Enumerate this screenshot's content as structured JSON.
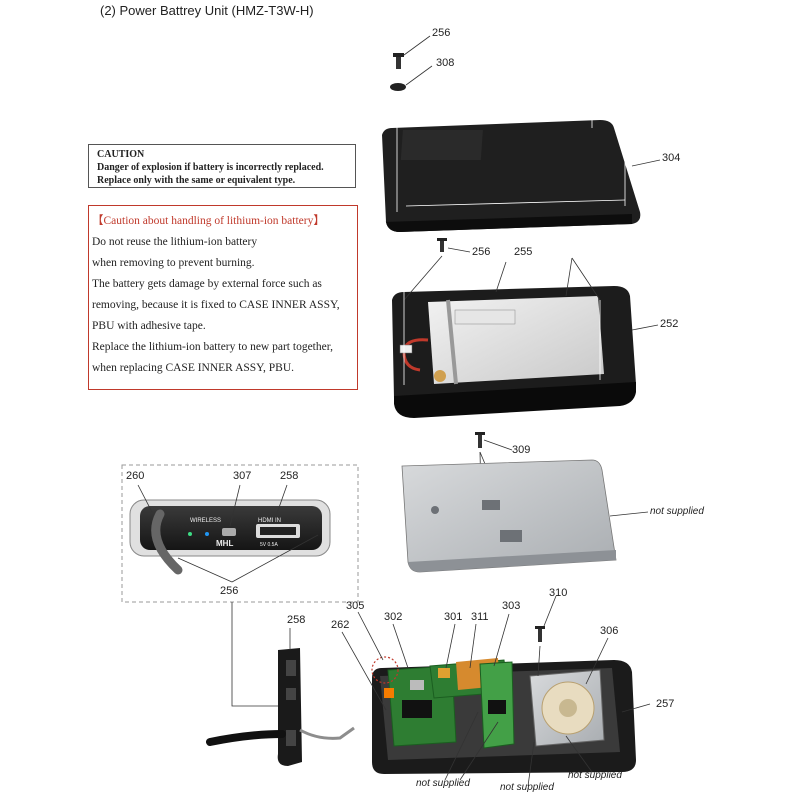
{
  "title": "(2) Power Battrey Unit (HMZ-T3W-H)",
  "caution": {
    "heading": "CAUTION",
    "line1": "Danger of explosion if battery is incorrectly replaced.",
    "line2": "Replace only with the same or equivalent type."
  },
  "lithium_note": {
    "title": "【Caution about handling of lithium-ion battery】",
    "lines": [
      "Do not reuse the lithium-ion battery",
      "when removing to prevent burning.",
      "The battery gets damage by external force such as",
      "removing, because it is fixed to CASE INNER ASSY,",
      "PBU with adhesive tape.",
      "Replace the lithium-ion battery to new part together,",
      "when replacing CASE INNER ASSY, PBU."
    ]
  },
  "parts": {
    "p256a": "256",
    "p308": "308",
    "p304": "304",
    "p256b": "256",
    "p255": "255",
    "p252": "252",
    "p309": "309",
    "p260": "260",
    "p307": "307",
    "p258a": "258",
    "p256c": "256",
    "p258b": "258",
    "p262": "262",
    "p305": "305",
    "p302": "302",
    "p301": "301",
    "p311": "311",
    "p303": "303",
    "p310": "310",
    "p306": "306",
    "p257": "257"
  },
  "panel_text": {
    "wireless": "WIRELESS",
    "hdmi": "HDMI IN",
    "mhl": "MHL",
    "rating": "5V 0.5A"
  },
  "not_supplied": "not supplied"
}
